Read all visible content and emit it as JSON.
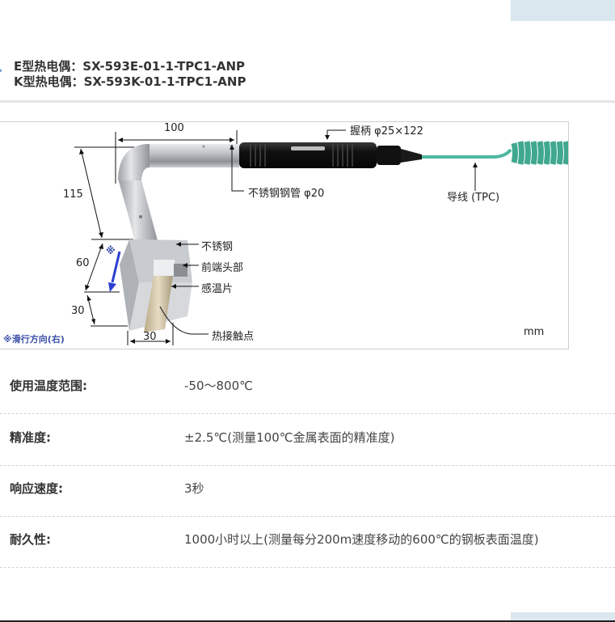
{
  "header": {
    "lines": [
      "E型热电偶：SX-593E-01-1-TPC1-ANP",
      "K型热电偶：SX-593K-01-1-TPC1-ANP"
    ],
    "bullet_icon": "chevron-right-icon"
  },
  "figure": {
    "dimensions": {
      "top_length": "100",
      "vertical_length": "115",
      "head_height": "60",
      "tip_height": "30",
      "tip_width": "30"
    },
    "labels": {
      "handle": "握柄 φ25×122",
      "steel_pipe": "不锈钢钢管 φ20",
      "lead_wire": "导线 (TPC)",
      "stainless": "不锈钢",
      "front_head": "前端头部",
      "sensor_plate": "感温片",
      "hot_junction": "热接触点",
      "slide_mark": "※",
      "slide_direction": "※滑行方向(右)",
      "unit": "mm"
    },
    "colors": {
      "cable": "#4fb8a0",
      "arrow": "#2a3fd0",
      "note": "#3a50a8"
    }
  },
  "specs": [
    {
      "label": "使用温度范围:",
      "value": "-50～800℃"
    },
    {
      "label": "精准度:",
      "value": "±2.5℃(测量100℃金属表面的精准度)"
    },
    {
      "label": "响应速度:",
      "value": "3秒"
    },
    {
      "label": "耐久性:",
      "value": "1000小时以上(测量每分200m速度移动的600℃的钢板表面温度)"
    }
  ]
}
